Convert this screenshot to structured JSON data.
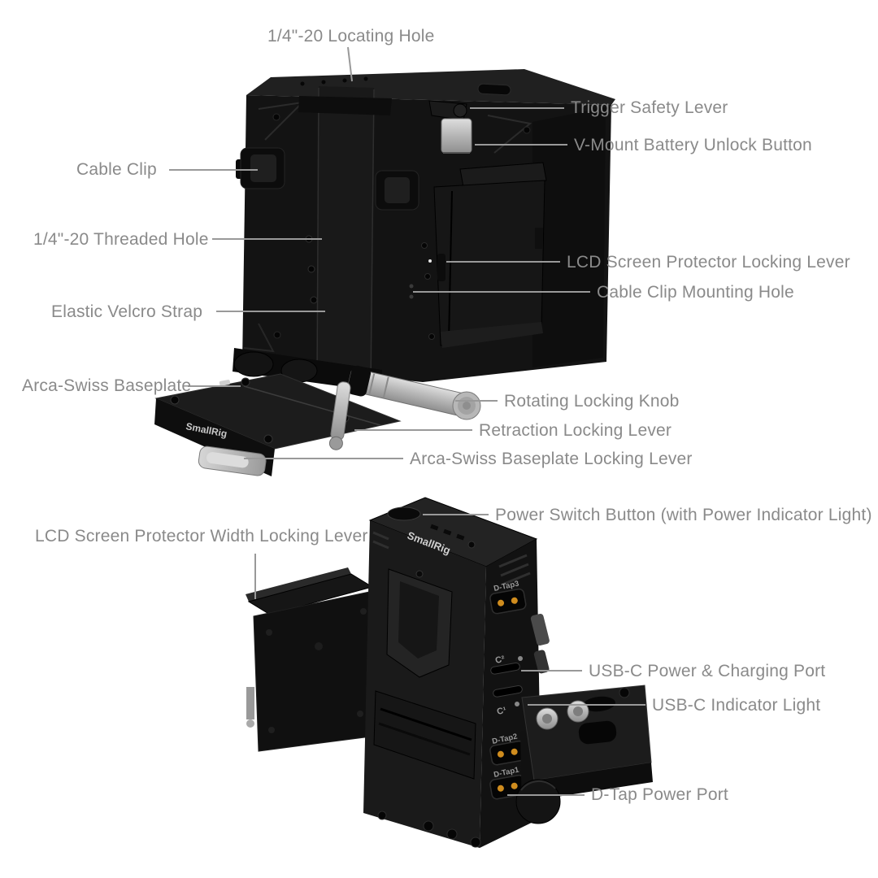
{
  "colors": {
    "background": "#ffffff",
    "label_text": "#8a8a8a",
    "leader_line": "#999999",
    "product_black": "#141414",
    "silver_accent": "#c9c9c9",
    "dtap_pin_orange": "#cf8c1e"
  },
  "brand": "SmallRig",
  "top_view": {
    "callouts": {
      "locating_hole": "1/4\"-20 Locating Hole",
      "trigger_safety_lever": "Trigger Safety Lever",
      "v_mount_unlock": "V-Mount Battery Unlock Button",
      "cable_clip": "Cable Clip",
      "threaded_hole": "1/4\"-20 Threaded Hole",
      "lcd_locking_lever": "LCD Screen Protector Locking Lever",
      "cable_clip_hole": "Cable Clip Mounting Hole",
      "velcro_strap": "Elastic Velcro Strap",
      "arca_baseplate": "Arca-Swiss Baseplate",
      "rotating_knob": "Rotating Locking Knob",
      "retraction_lever": "Retraction Locking Lever",
      "arca_lock_lever": "Arca-Swiss Baseplate Locking Lever"
    }
  },
  "bottom_view": {
    "callouts": {
      "power_switch": "Power Switch Button (with Power Indicator Light)",
      "lcd_width_lever": "LCD Screen Protector Width Locking Lever",
      "usbc_port": "USB-C Power & Charging Port",
      "usbc_light": "USB-C Indicator Light",
      "dtap_port": "D-Tap Power Port"
    },
    "ports": {
      "dtap3": "D-Tap3",
      "c2": "C²",
      "c1": "C¹",
      "dtap2": "D-Tap2",
      "dtap1": "D-Tap1"
    }
  }
}
